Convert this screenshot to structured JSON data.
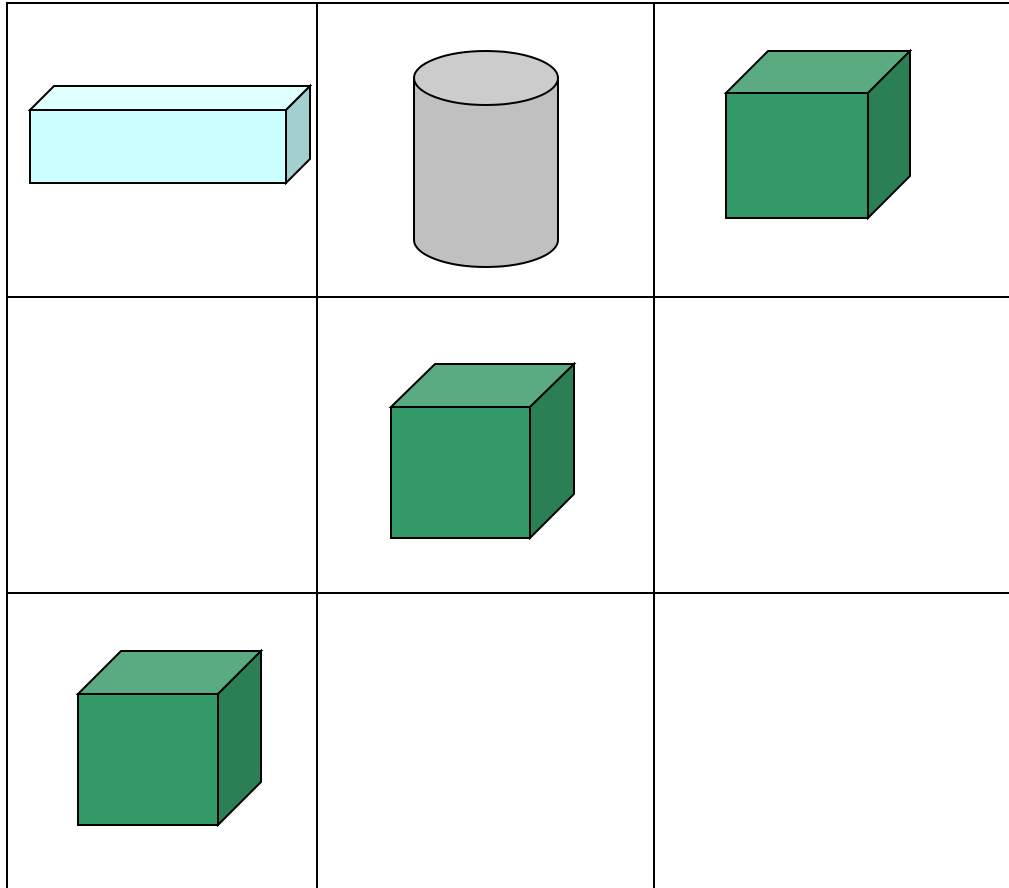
{
  "colors": {
    "prism_front": "#ccffff",
    "prism_top": "#e0ffff",
    "prism_side": "#a3cfcf",
    "cylinder_body": "#c0c0c0",
    "cylinder_top": "#cccccc",
    "cube_front": "#339966",
    "cube_top": "#5aaa82",
    "cube_side": "#2b7f55",
    "grid_line": "#000000",
    "background": "#ffffff"
  },
  "grid": {
    "rows": 3,
    "columns": 3,
    "cells": [
      {
        "row": 1,
        "col": 1,
        "shape": "rectangular-prism"
      },
      {
        "row": 1,
        "col": 2,
        "shape": "cylinder"
      },
      {
        "row": 1,
        "col": 3,
        "shape": "cube"
      },
      {
        "row": 2,
        "col": 1,
        "shape": "empty"
      },
      {
        "row": 2,
        "col": 2,
        "shape": "cube"
      },
      {
        "row": 2,
        "col": 3,
        "shape": "empty"
      },
      {
        "row": 3,
        "col": 1,
        "shape": "cube"
      },
      {
        "row": 3,
        "col": 2,
        "shape": "empty"
      },
      {
        "row": 3,
        "col": 3,
        "shape": "empty"
      }
    ]
  }
}
